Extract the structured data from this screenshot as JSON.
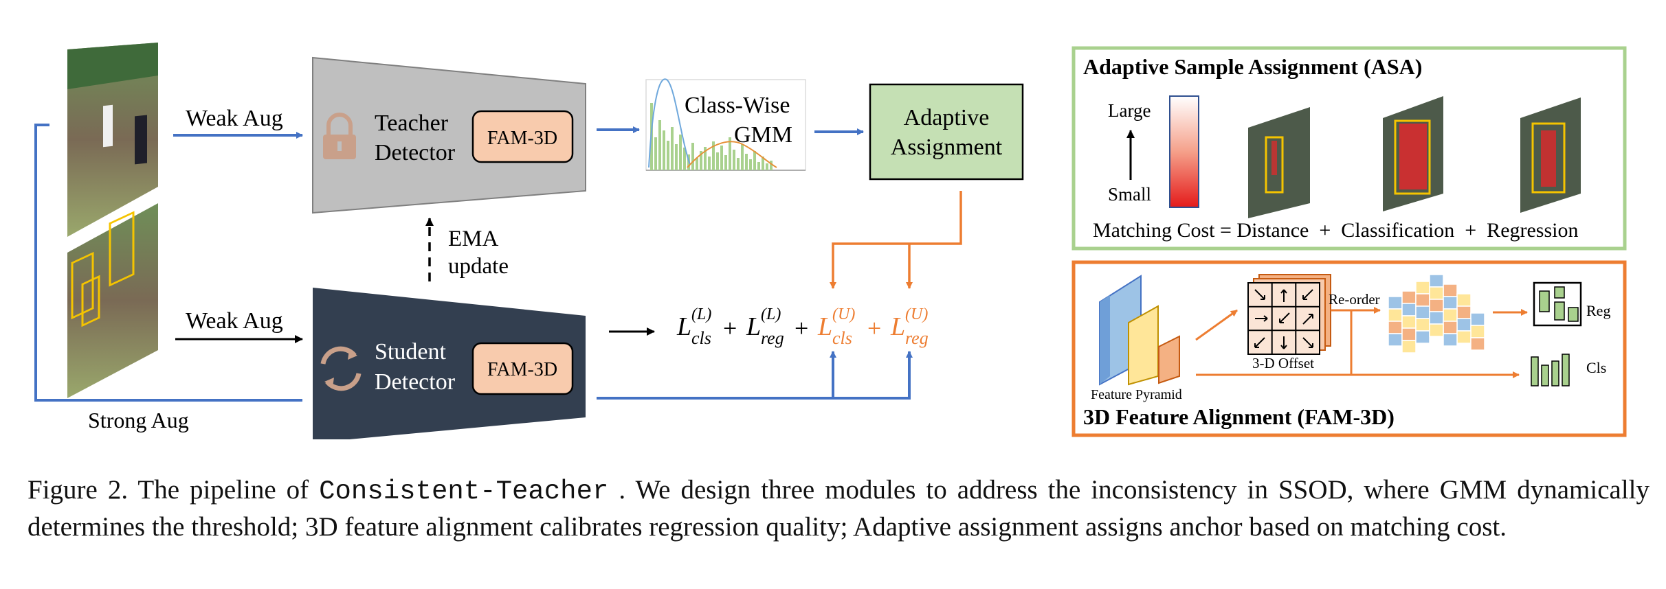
{
  "labels": {
    "weak_aug_top": "Weak Aug",
    "weak_aug_bottom": "Weak Aug",
    "strong_aug": "Strong Aug",
    "teacher_line1": "Teacher",
    "teacher_line2": "Detector",
    "student_line1": "Student",
    "student_line2": "Detector",
    "fam_teacher": "FAM-3D",
    "fam_student": "FAM-3D",
    "gmm_line1": "Class-Wise",
    "gmm_line2": "GMM",
    "adaptive_line1": "Adaptive",
    "adaptive_line2": "Assignment",
    "ema_line1": "EMA",
    "ema_line2": "update"
  },
  "loss": {
    "cls_l_base": "L",
    "cls_l_sup": "(L)",
    "cls_l_sub": "cls",
    "reg_l_base": "L",
    "reg_l_sup": "(L)",
    "reg_l_sub": "reg",
    "cls_u_base": "L",
    "cls_u_sup": "(U)",
    "cls_u_sub": "cls",
    "reg_u_base": "L",
    "reg_u_sup": "(U)",
    "reg_u_sub": "reg",
    "plus": "+"
  },
  "asa": {
    "title": "Adaptive Sample Assignment (ASA)",
    "large": "Large",
    "small": "Small",
    "matching_cost": "Matching Cost = Distance  +  Classification  +  Regression"
  },
  "fam3d": {
    "title": "3D Feature Alignment (FAM-3D)",
    "feature_pyramid": "Feature Pyramid",
    "offset": "3-D Offset",
    "reorder": "Re-order",
    "reg": "Reg",
    "cls": "Cls"
  },
  "caption": {
    "prefix": "Figure 2.  The pipeline of ",
    "method": "Consistent-Teacher",
    "suffix": " .  We design three modules to address the inconsistency in SSOD, where GMM dynamically determines the threshold; 3D feature alignment calibrates regression quality; Adaptive assignment assigns anchor based on matching cost."
  },
  "colors": {
    "blue_arrow": "#4472c4",
    "orange_arrow": "#ed7d31",
    "teacher_fill": "#bfbfbf",
    "student_fill": "#333f50",
    "fam_fill": "#f8cbad",
    "adaptive_fill": "#c5e0b4",
    "asa_border": "#a9d18e",
    "fam3d_border": "#ed7d31"
  }
}
